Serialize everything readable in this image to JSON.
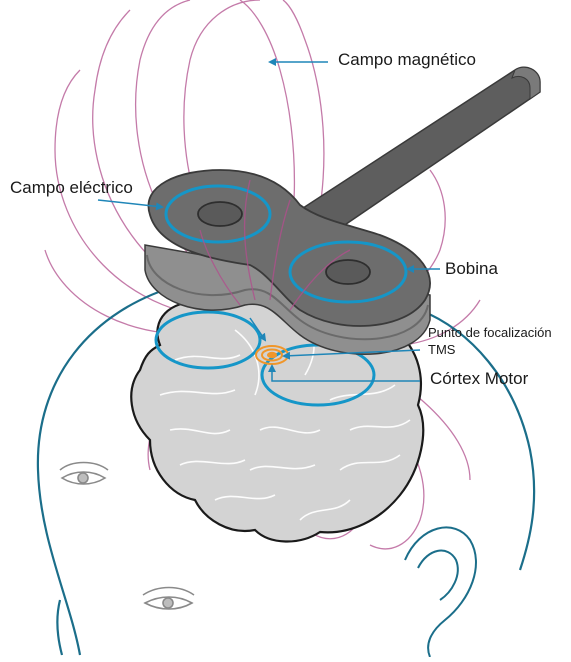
{
  "labels": {
    "magnetic_field": "Campo magnético",
    "electric_field": "Campo eléctrico",
    "coil": "Bobina",
    "focal_point_line1": "Punto de focalización",
    "focal_point_line2": "TMS",
    "motor_cortex": "Córtex Motor"
  },
  "colors": {
    "magnetic_lines": "#b14f8d",
    "electric_loops": "#1596c8",
    "arrows": "#1f86b8",
    "head_outline": "#1b6e8a",
    "brain_fill": "#d3d3d3",
    "coil_top": "#6d6d6d",
    "coil_side": "#8f8f8f",
    "focal_rings": "#f0962a"
  },
  "icons": {
    "coil": "figure-eight-coil-icon",
    "brain": "brain-icon",
    "head": "head-outline-icon",
    "eye": "eye-icon",
    "ear": "ear-icon"
  }
}
